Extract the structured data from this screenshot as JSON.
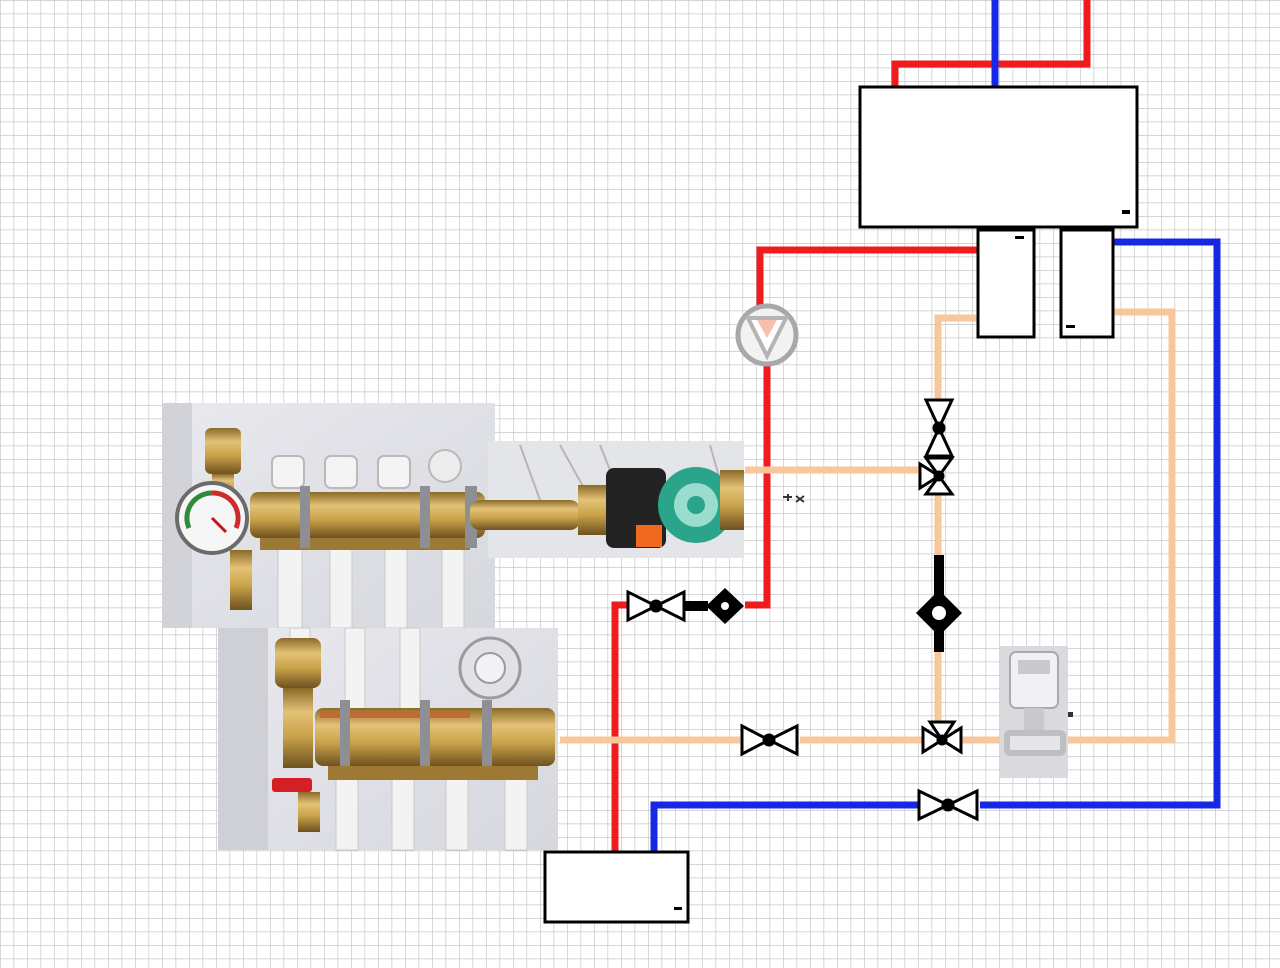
{
  "diagram": {
    "colors": {
      "grid": "#c7c7cb",
      "supply": "#ee1c1c",
      "return": "#1628e6",
      "floor_loop": "#f7c79b",
      "frame": "#000000",
      "brass": "#c9a24a",
      "pump_body": "#2aa58c"
    },
    "components": [
      {
        "id": "boiler",
        "icon": "boiler-box"
      },
      {
        "id": "hydraulic-separator-1",
        "icon": "tank-box"
      },
      {
        "id": "hydraulic-separator-2",
        "icon": "tank-box"
      },
      {
        "id": "storage-tank",
        "icon": "tank-box"
      },
      {
        "id": "circulation-pump",
        "icon": "pump-symbol"
      },
      {
        "id": "radiator-manifold-photo",
        "icon": "manifold-photo"
      },
      {
        "id": "floor-pump-photo",
        "icon": "pump-photo"
      },
      {
        "id": "floor-manifold-photo",
        "icon": "manifold-photo"
      },
      {
        "id": "thermostatic-valve-photo",
        "icon": "valve-photo"
      }
    ]
  }
}
